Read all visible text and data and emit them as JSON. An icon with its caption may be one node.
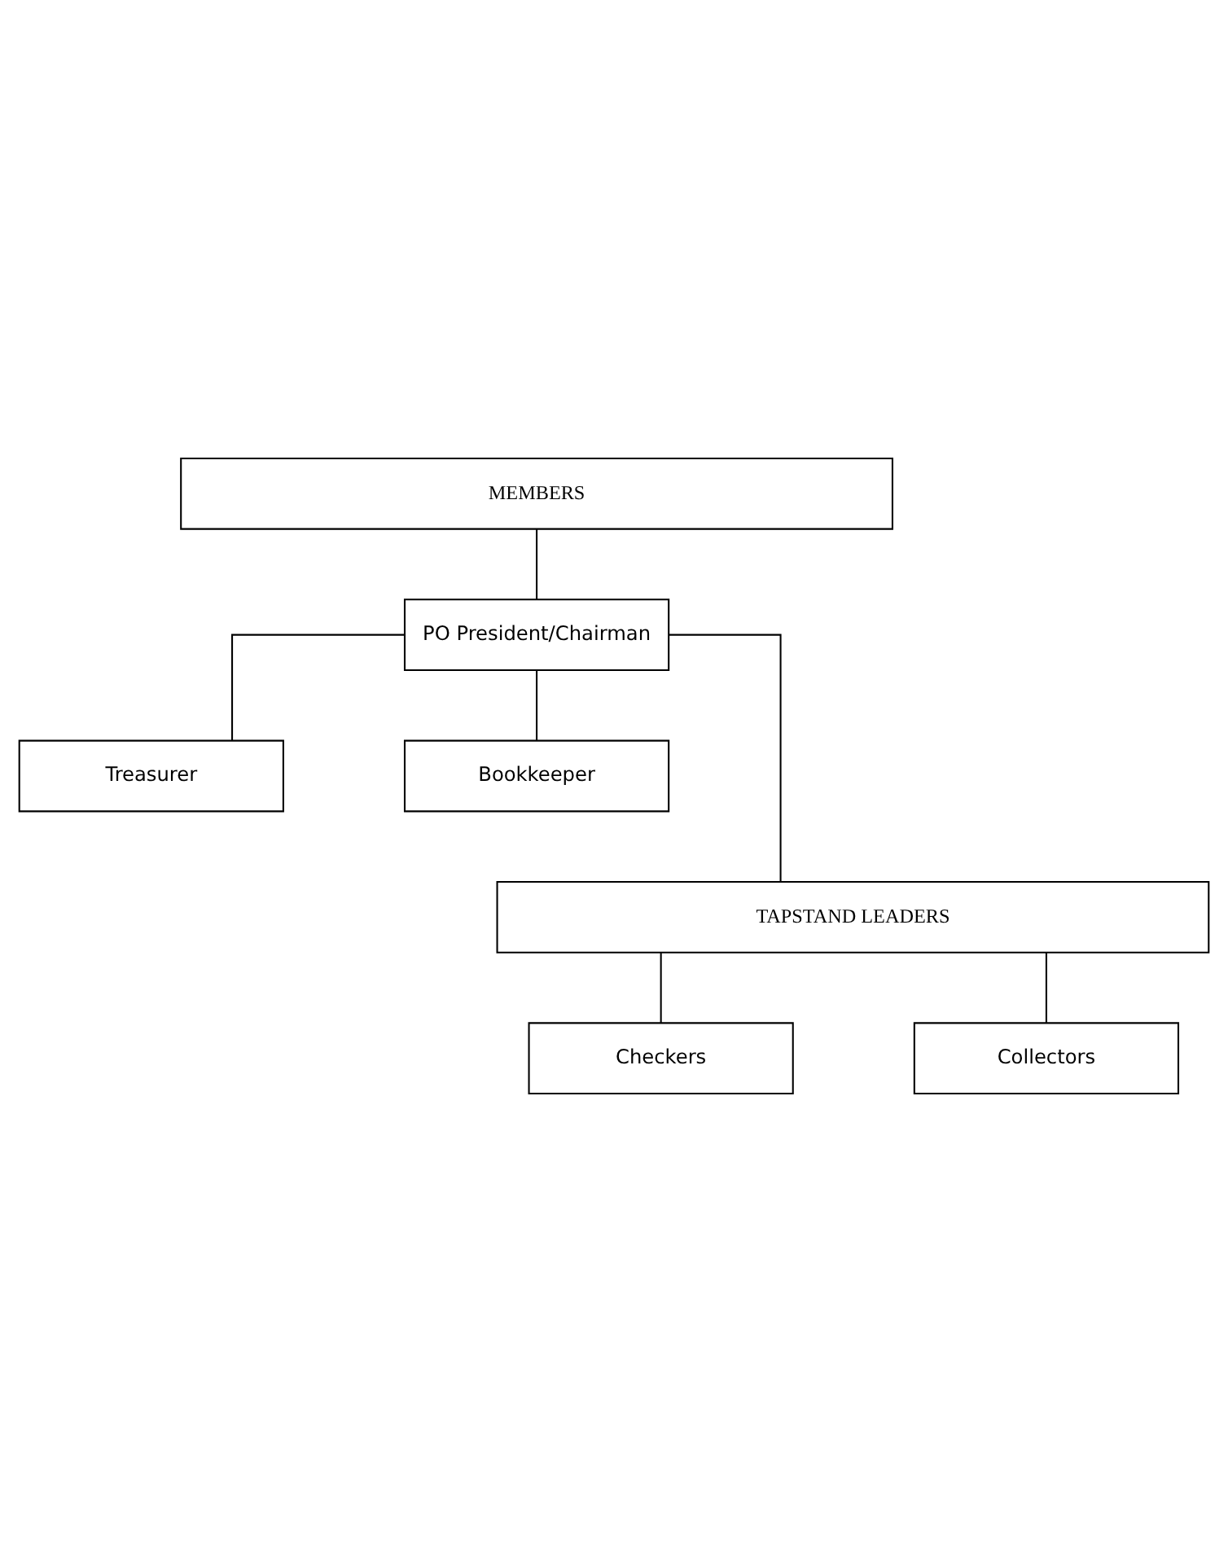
{
  "diagram": {
    "nodes": [
      {
        "text": [
          "MEMBERS"
        ]
      },
      {
        "text": [
          "PO President/Chairman"
        ]
      },
      {
        "text": [
          "Treasurer"
        ]
      },
      {
        "text": [
          "Bookkeeper"
        ]
      },
      {
        "text": [
          "TAPSTAND LEADERS"
        ]
      },
      {
        "text": [
          "Checkers"
        ]
      },
      {
        "text": [
          "Collectors"
        ]
      }
    ],
    "edges": [
      {
        "from": 0,
        "to": 1,
        "arrow": "none"
      },
      {
        "from": 1,
        "to": 2,
        "arrow": "none"
      },
      {
        "from": 1,
        "to": 3,
        "arrow": "none"
      },
      {
        "from": 1,
        "to": 4,
        "arrow": "none"
      },
      {
        "from": 4,
        "to": 5,
        "arrow": "none"
      },
      {
        "from": 4,
        "to": 6,
        "arrow": "none"
      }
    ]
  }
}
